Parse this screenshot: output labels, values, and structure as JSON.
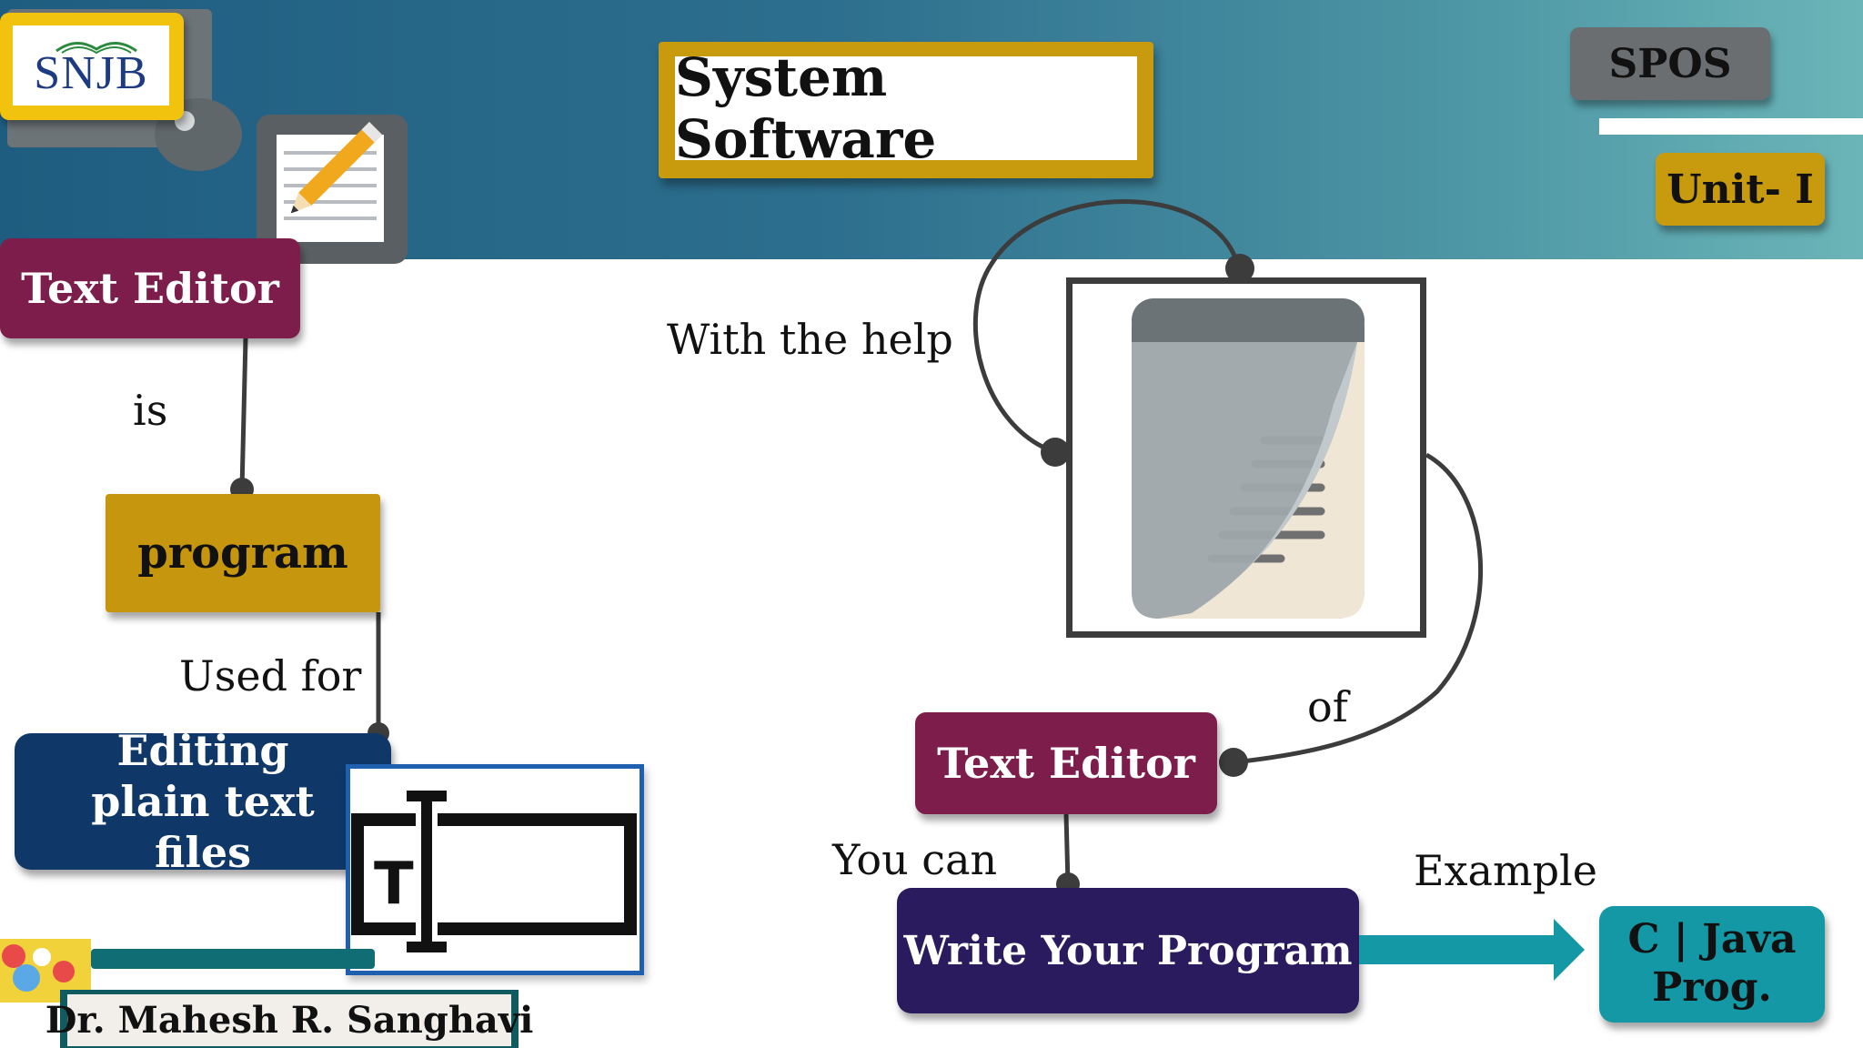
{
  "logo": {
    "text": "SNJB"
  },
  "header": {
    "title": "System Software",
    "subject": "SPOS",
    "unit": "Unit- I"
  },
  "left_flow": {
    "node1": "Text Editor",
    "connector1": "is",
    "node2": "program",
    "connector2": "Used for",
    "node3": "Editing plain text files"
  },
  "right_flow": {
    "connector_top": "With the help",
    "connector_of": "of",
    "node_editor": "Text Editor",
    "connector_you_can": "You can",
    "node_write": "Write Your Program",
    "connector_example": "Example",
    "node_example": "C | Java Prog."
  },
  "author": "Dr. Mahesh R. Sanghavi",
  "icons": [
    "notepad-pencil-icon",
    "text-cursor-icon",
    "document-page-icon"
  ],
  "colors": {
    "header_start": "#1f5d80",
    "header_end": "#6bb5b8",
    "maroon": "#7d1d4b",
    "gold": "#c6960e",
    "navy": "#0f3868",
    "purple": "#2a1a5e",
    "teal": "#1598a6"
  }
}
